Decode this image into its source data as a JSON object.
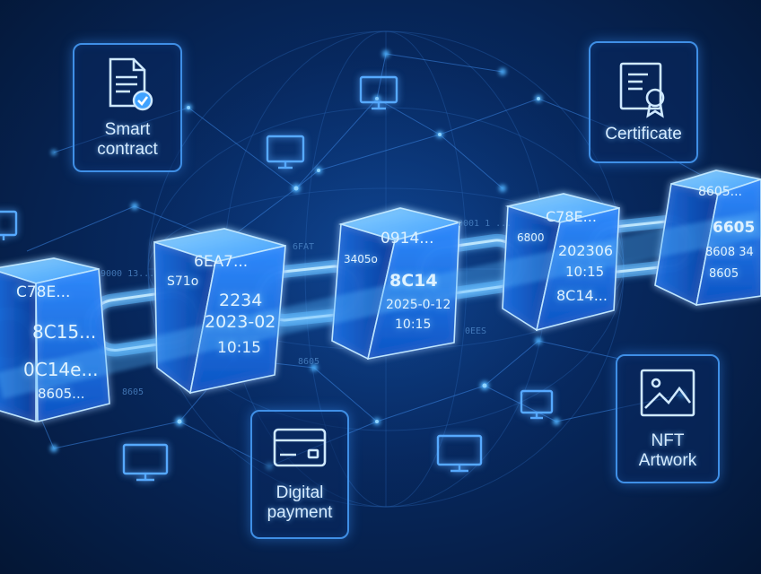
{
  "cards": {
    "smart_contract": {
      "label": "Smart\ncontract",
      "icon": "contract-document-icon"
    },
    "certificate": {
      "label": "Certificate",
      "icon": "certificate-icon"
    },
    "digital_payment": {
      "label": "Digital\npayment",
      "icon": "credit-card-icon"
    },
    "nft_artwork": {
      "label": "NFT\nArtwork",
      "icon": "image-artwork-icon"
    }
  },
  "blocks": [
    {
      "lines": [
        "C78E...",
        "8C15...",
        "0C14e...",
        "8605..."
      ]
    },
    {
      "lines": [
        "6EA7...",
        "2234",
        "2023-02",
        "10:15",
        "S71o"
      ]
    },
    {
      "lines": [
        "0914...",
        "8C14",
        "2025-0-12",
        "10:15",
        "3405o"
      ]
    },
    {
      "lines": [
        "C78E...",
        "202306",
        "10:15",
        "8C14...",
        "6800"
      ]
    },
    {
      "lines": [
        "8605...",
        "6605",
        "8608 34",
        "8605"
      ]
    }
  ],
  "faint_labels": [
    "9000 13...",
    "6FAT",
    "0001 1 ...",
    "8605",
    "8605",
    "0EES"
  ],
  "colors": {
    "accent": "#3fa2ff",
    "glow": "#7cc8ff",
    "background": "#07285e"
  }
}
